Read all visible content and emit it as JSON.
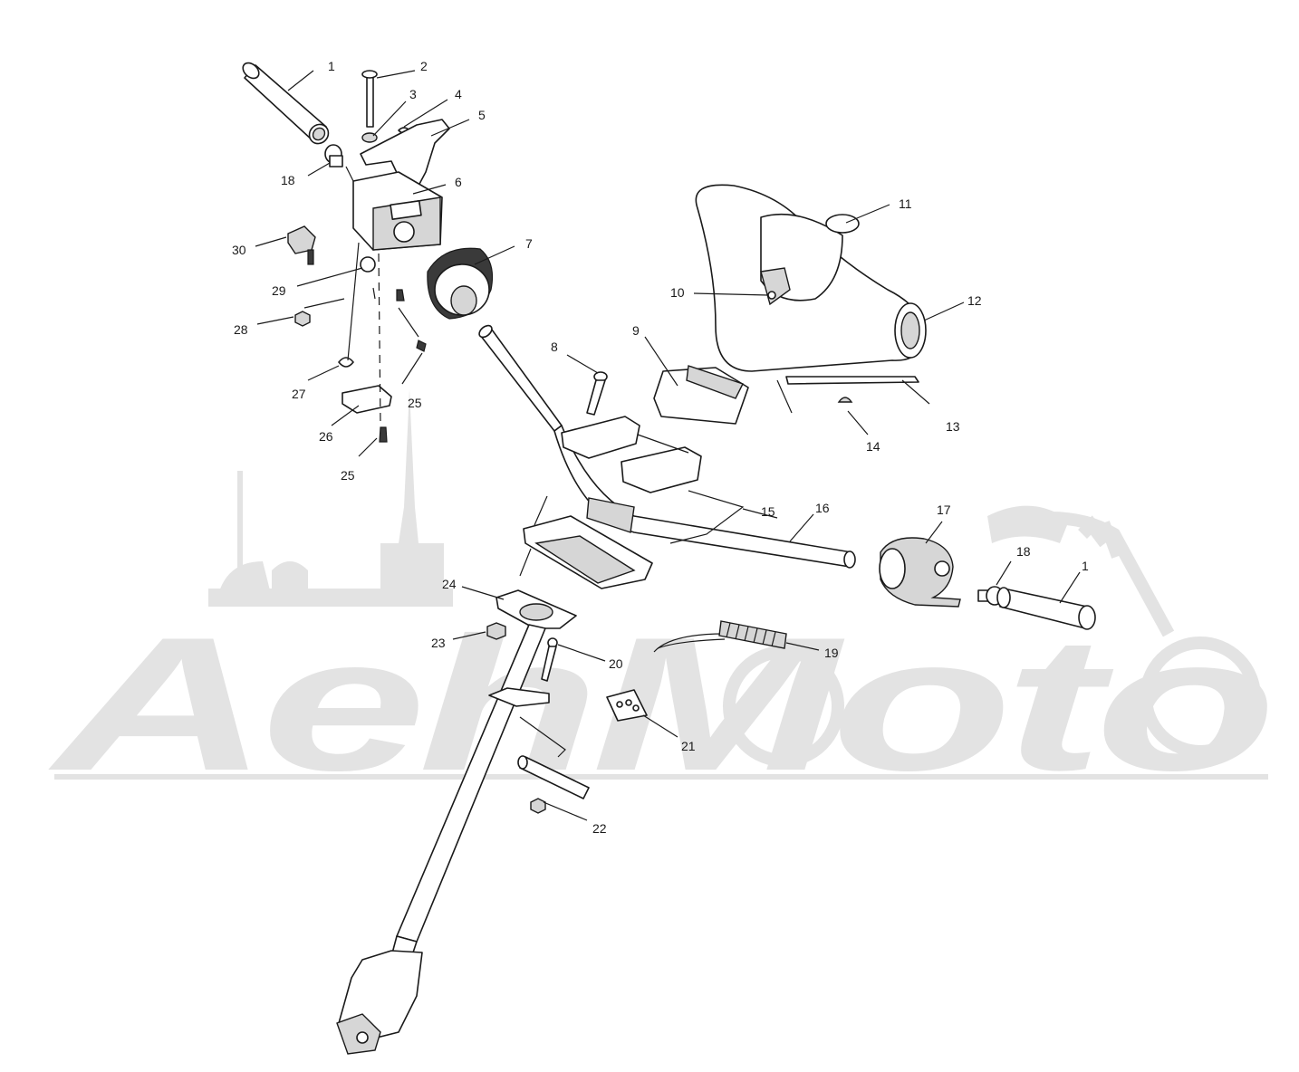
{
  "watermark": {
    "text": "AehMoto",
    "color": "#e3e3e3"
  },
  "callouts": [
    {
      "id": "c1a",
      "label": "1"
    },
    {
      "id": "c2",
      "label": "2"
    },
    {
      "id": "c3",
      "label": "3"
    },
    {
      "id": "c4",
      "label": "4"
    },
    {
      "id": "c5",
      "label": "5"
    },
    {
      "id": "c6",
      "label": "6"
    },
    {
      "id": "c7",
      "label": "7"
    },
    {
      "id": "c8",
      "label": "8"
    },
    {
      "id": "c9",
      "label": "9"
    },
    {
      "id": "c10",
      "label": "10"
    },
    {
      "id": "c11",
      "label": "11"
    },
    {
      "id": "c12",
      "label": "12"
    },
    {
      "id": "c13",
      "label": "13"
    },
    {
      "id": "c14",
      "label": "14"
    },
    {
      "id": "c15",
      "label": "15"
    },
    {
      "id": "c16",
      "label": "16"
    },
    {
      "id": "c17",
      "label": "17"
    },
    {
      "id": "c18a",
      "label": "18"
    },
    {
      "id": "c18b",
      "label": "18"
    },
    {
      "id": "c1b",
      "label": "1"
    },
    {
      "id": "c19",
      "label": "19"
    },
    {
      "id": "c20",
      "label": "20"
    },
    {
      "id": "c21",
      "label": "21"
    },
    {
      "id": "c22",
      "label": "22"
    },
    {
      "id": "c23",
      "label": "23"
    },
    {
      "id": "c24",
      "label": "24"
    },
    {
      "id": "c25a",
      "label": "25"
    },
    {
      "id": "c25b",
      "label": "25"
    },
    {
      "id": "c26",
      "label": "26"
    },
    {
      "id": "c27",
      "label": "27"
    },
    {
      "id": "c28",
      "label": "28"
    },
    {
      "id": "c29",
      "label": "29"
    },
    {
      "id": "c30",
      "label": "30"
    }
  ]
}
